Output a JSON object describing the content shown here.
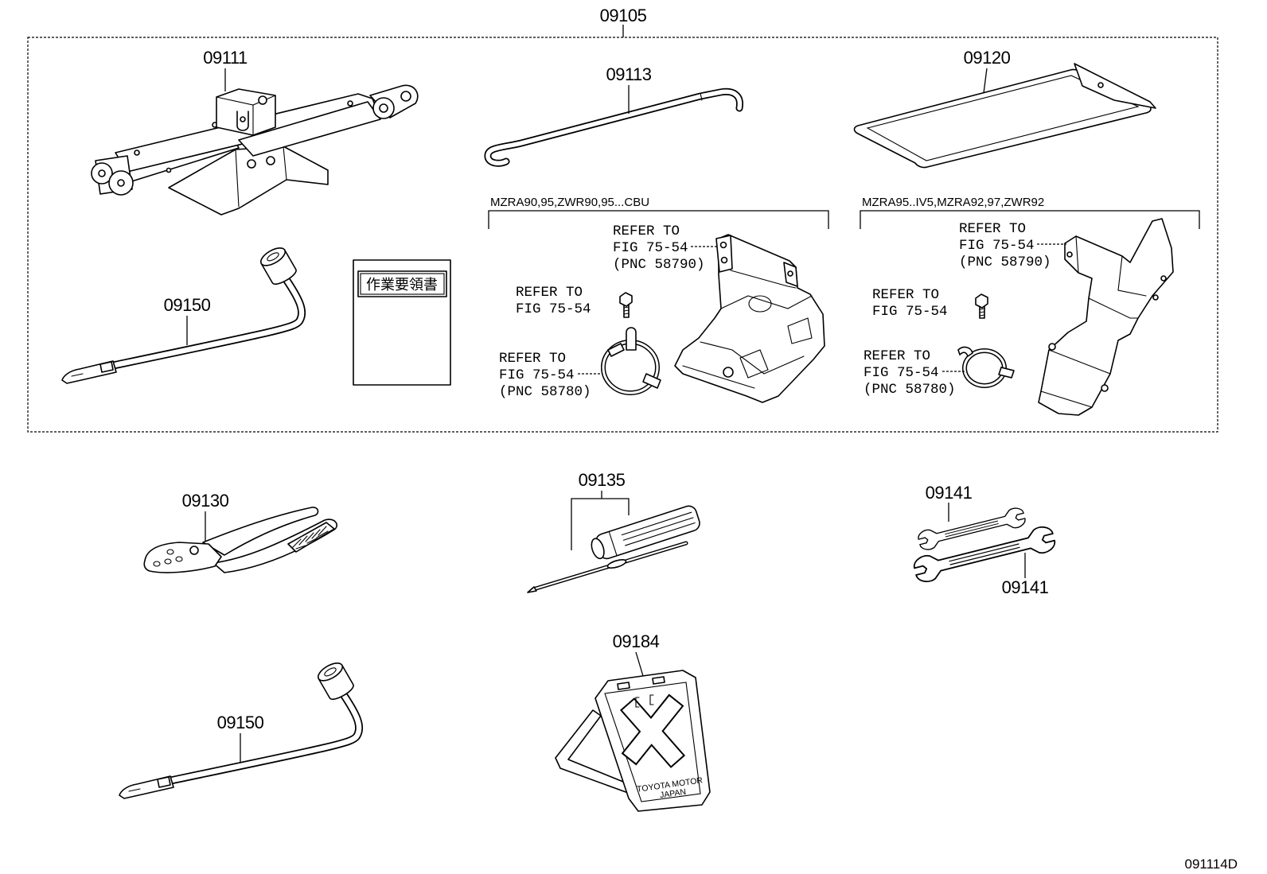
{
  "assembly_label": "09105",
  "callouts": {
    "jack": "09111",
    "jack_handle": "09113",
    "tool_bag": "09120",
    "wheel_wrench_in_kit": "09150",
    "pliers": "09130",
    "screwdriver": "09135",
    "spanner_upper": "09141",
    "spanner_lower": "09141",
    "wheel_chock": "09184",
    "wheel_wrench": "09150"
  },
  "manual_title": "作業要領書",
  "variant_left": {
    "label": "MZRA90,95,ZWR90,95...CBU",
    "bracket_ref": {
      "line1": "REFER TO",
      "line2": "FIG 75-54",
      "line3": "(PNC 58790)"
    },
    "bolt_ref": {
      "line1": "REFER TO",
      "line2": "FIG 75-54"
    },
    "clamp_ref": {
      "line1": "REFER TO",
      "line2": "FIG 75-54",
      "line3": "(PNC 58780)"
    }
  },
  "variant_right": {
    "label": "MZRA95..IV5,MZRA92,97,ZWR92",
    "bracket_ref": {
      "line1": "REFER TO",
      "line2": "FIG 75-54",
      "line3": "(PNC 58790)"
    },
    "bolt_ref": {
      "line1": "REFER TO",
      "line2": "FIG 75-54"
    },
    "clamp_ref": {
      "line1": "REFER TO",
      "line2": "FIG 75-54",
      "line3": "(PNC 58780)"
    }
  },
  "chock_marking": {
    "line1": "TOYOTA MOTOR",
    "line2": "JAPAN"
  },
  "diagram_code": "091114D",
  "theme": {
    "ink": "#000000",
    "paper": "#ffffff"
  }
}
